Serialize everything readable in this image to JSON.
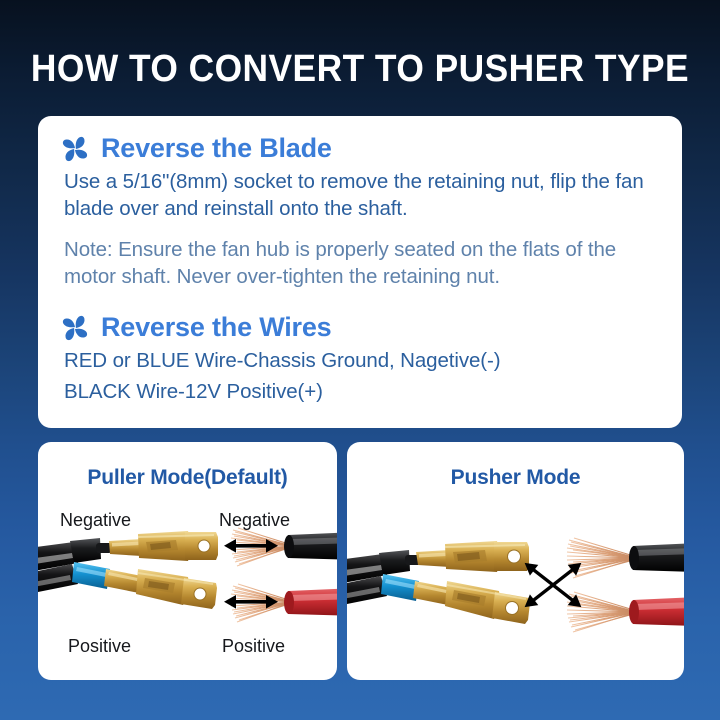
{
  "page": {
    "title": "HOW TO CONVERT TO PUSHER TYPE",
    "bg_top_color": "#07111f",
    "bg_bottom_color": "#2e6ab3"
  },
  "card": {
    "sections": [
      {
        "icon": "fan-blade-icon",
        "heading": "Reverse the Blade",
        "heading_color": "#3b7dd8",
        "body": "Use a 5/16\"(8mm) socket to remove the retaining nut, flip the fan blade over and reinstall onto the shaft.",
        "note": "Note: Ensure the fan hub is properly seated on the flats of the motor shaft. Never over-tighten the retaining nut."
      },
      {
        "icon": "fan-blade-icon",
        "heading": "Reverse the Wires",
        "heading_color": "#3b7dd8",
        "line1": "RED or BLUE Wire-Chassis Ground, Nagetive(-)",
        "line2": "BLACK Wire-12V Positive(+)"
      }
    ]
  },
  "panels": {
    "left": {
      "title": "Puller Mode(Default)",
      "title_color": "#2259a5",
      "labels": {
        "top_left": "Negative",
        "top_right": "Negative",
        "bottom_left": "Positive",
        "bottom_right": "Positive"
      },
      "arrows": "two-horizontal-double-arrows",
      "wires": {
        "left_top_sleeve": "black",
        "left_bottom_sleeve": "blue",
        "right_top_insulation": "black",
        "right_bottom_insulation": "red",
        "terminal_color": "#c8a13c"
      }
    },
    "right": {
      "title": "Pusher Mode",
      "title_color": "#2259a5",
      "labels": {},
      "arrows": "crossed-double-arrows",
      "wires": {
        "left_top_sleeve": "black",
        "left_bottom_sleeve": "blue",
        "right_top_insulation": "black",
        "right_bottom_insulation": "red",
        "terminal_color": "#c8a13c"
      }
    }
  }
}
